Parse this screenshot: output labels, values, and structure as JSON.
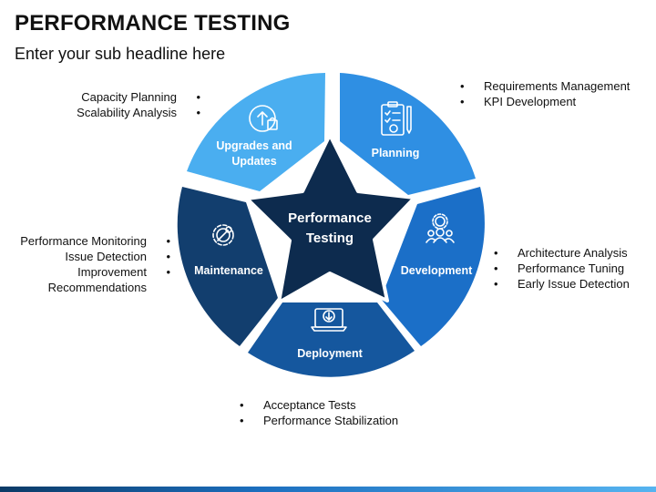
{
  "header": {
    "title": "PERFORMANCE TESTING",
    "subtitle": "Enter your sub headline here"
  },
  "center": {
    "line1": "Performance",
    "line2": "Testing"
  },
  "segments": [
    {
      "label1": "Upgrades and",
      "label2": "Updates",
      "icon": "upload-shopping-bag-icon",
      "color": "#4aaef0"
    },
    {
      "label1": "Planning",
      "icon": "clipboard-checklist-icon",
      "color": "#2f8fe3"
    },
    {
      "label1": "Development",
      "icon": "team-gear-icon",
      "color": "#1b6fc8"
    },
    {
      "label1": "Deployment",
      "icon": "laptop-download-icon",
      "color": "#15579e"
    },
    {
      "label1": "Maintenance",
      "icon": "gear-wrench-icon",
      "color": "#123e6e"
    }
  ],
  "notes": {
    "top_left": [
      "Capacity Planning",
      "Scalability Analysis"
    ],
    "top_right": [
      "Requirements Management",
      "KPI Development"
    ],
    "left": [
      "Performance Monitoring",
      "Issue Detection",
      "Improvement",
      "Recommendations"
    ],
    "right": [
      "Architecture Analysis",
      "Performance Tuning",
      "Early Issue Detection"
    ],
    "bottom": [
      "Acceptance Tests",
      "Performance Stabilization"
    ]
  },
  "colors": {
    "star": "#0d2b4e",
    "ring_gap": "#ffffff"
  }
}
